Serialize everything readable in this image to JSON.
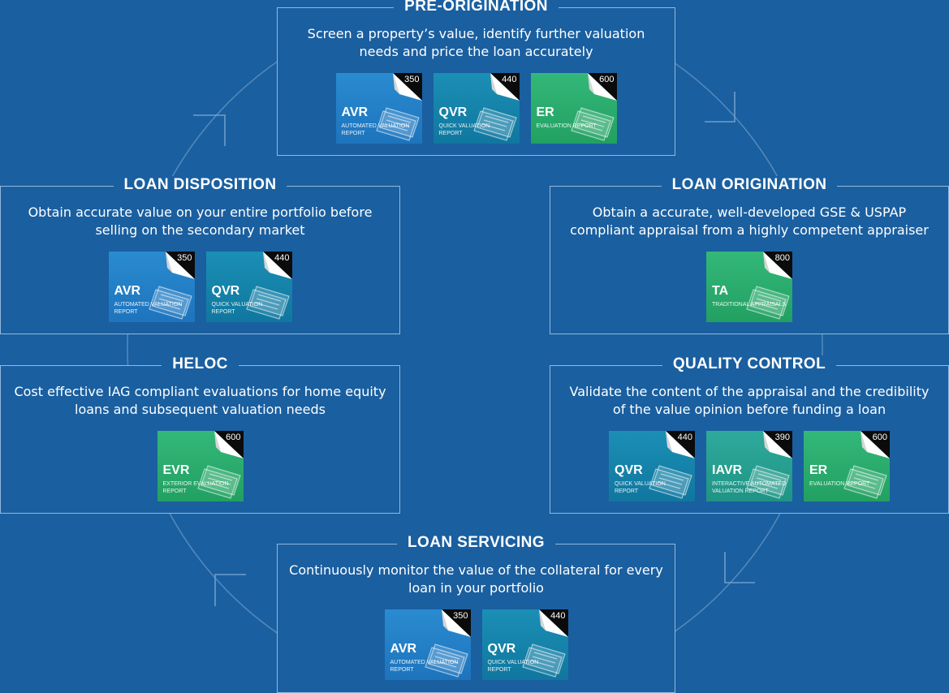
{
  "stages": {
    "pre_origination": {
      "title": "PRE-ORIGINATION",
      "description": "Screen a property’s value, identify further valuation needs and price the loan accurately",
      "products": [
        {
          "code": "AVR",
          "name": "AUTOMATED VALUATION REPORT",
          "price": "350",
          "color": "#2283c9"
        },
        {
          "code": "QVR",
          "name": "QUICK VALUATION REPORT",
          "price": "440",
          "color": "#1684ab"
        },
        {
          "code": "ER",
          "name": "EVALUATION REPORT",
          "price": "600",
          "color": "#2aaa70"
        }
      ]
    },
    "loan_origination": {
      "title": "LOAN ORIGINATION",
      "description": "Obtain a accurate, well-developed GSE & USPAP compliant appraisal from a highly competent appraiser",
      "products": [
        {
          "code": "TA",
          "name": "TRADITIONAL APPRAISALS",
          "price": "800",
          "color": "#2aaa58"
        }
      ]
    },
    "quality_control": {
      "title": "QUALITY CONTROL",
      "description": "Validate the content of the appraisal and the credibility of the value opinion before funding a loan",
      "products": [
        {
          "code": "QVR",
          "name": "QUICK VALUATION REPORT",
          "price": "440",
          "color": "#1684ab"
        },
        {
          "code": "IAVR",
          "name": "INTERACTIVE AUTOMATED VALUATION REPORT",
          "price": "390",
          "color": "#279e90"
        },
        {
          "code": "ER",
          "name": "EVALUATION REPORT",
          "price": "600",
          "color": "#2aaa70"
        }
      ]
    },
    "loan_servicing": {
      "title": "LOAN SERVICING",
      "description": "Continuously monitor the value of the collateral for every loan in your portfolio",
      "products": [
        {
          "code": "AVR",
          "name": "AUTOMATED VALUATION REPORT",
          "price": "350",
          "color": "#2283c9"
        },
        {
          "code": "QVR",
          "name": "QUICK VALUATION REPORT",
          "price": "440",
          "color": "#1684ab"
        }
      ]
    },
    "heloc": {
      "title": "HELOC",
      "description": "Cost effective IAG compliant evaluations for home equity loans and subsequent valuation needs",
      "products": [
        {
          "code": "EVR",
          "name": "EXTERIOR EVALUATION REPORT",
          "price": "600",
          "color": "#2aaa70"
        }
      ]
    },
    "loan_disposition": {
      "title": "LOAN DISPOSITION",
      "description": "Obtain accurate value on your entire portfolio before selling on the secondary market",
      "products": [
        {
          "code": "AVR",
          "name": "AUTOMATED VALUATION REPORT",
          "price": "350",
          "color": "#2283c9"
        },
        {
          "code": "QVR",
          "name": "QUICK VALUATION REPORT",
          "price": "440",
          "color": "#1684ab"
        }
      ]
    }
  },
  "colors": {
    "background": "#1a5fa0",
    "panel_border": "#b2cee8",
    "cycle_arc": "#5c8fc0"
  }
}
